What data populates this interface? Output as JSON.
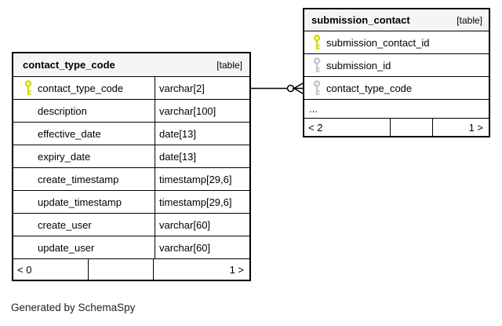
{
  "footer_note": "Generated by SchemaSpy",
  "tables": [
    {
      "name": "contact_type_code",
      "tag": "[table]",
      "rows": [
        {
          "name": "contact_type_code",
          "type": "varchar[2]",
          "key": "primary"
        },
        {
          "name": "description",
          "type": "varchar[100]",
          "key": ""
        },
        {
          "name": "effective_date",
          "type": "date[13]",
          "key": ""
        },
        {
          "name": "expiry_date",
          "type": "date[13]",
          "key": ""
        },
        {
          "name": "create_timestamp",
          "type": "timestamp[29,6]",
          "key": ""
        },
        {
          "name": "update_timestamp",
          "type": "timestamp[29,6]",
          "key": ""
        },
        {
          "name": "create_user",
          "type": "varchar[60]",
          "key": ""
        },
        {
          "name": "update_user",
          "type": "varchar[60]",
          "key": ""
        }
      ],
      "stats": {
        "left": "< 0",
        "center": "",
        "right": "1 >"
      }
    },
    {
      "name": "submission_contact",
      "tag": "[table]",
      "rows": [
        {
          "name": "submission_contact_id",
          "key": "primary"
        },
        {
          "name": "submission_id",
          "key": "foreign"
        },
        {
          "name": "contact_type_code",
          "key": "foreign"
        },
        {
          "name": "...",
          "key": ""
        }
      ],
      "stats": {
        "left": "< 2",
        "center": "",
        "right": "1 >"
      }
    }
  ],
  "relationship": {
    "from_table": "contact_type_code",
    "from_column": "contact_type_code",
    "to_table": "submission_contact",
    "to_column": "contact_type_code",
    "end_symbols": "circle-crowfoot"
  },
  "colors": {
    "primary_key": "#d9d900",
    "foreign_key": "#c6c6c6",
    "header_bg": "#f5f5f5",
    "border": "#000000",
    "background": "#ffffff"
  }
}
